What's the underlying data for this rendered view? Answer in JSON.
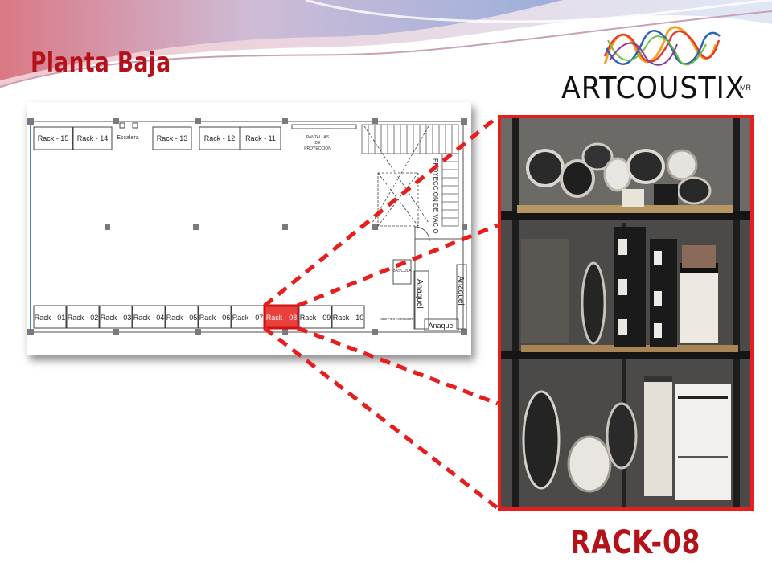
{
  "page_title": "Planta Baja",
  "logo": {
    "name": "ARTCOUSTIX",
    "mark": "MR"
  },
  "rack_label": "RACK-08",
  "plan": {
    "top_racks": [
      "Rack - 15",
      "Rack - 14",
      "Rack - 13",
      "Rack - 12",
      "Rack - 11"
    ],
    "bottom_racks": [
      "Rack - 01",
      "Rack - 02",
      "Rack - 03",
      "Rack - 04",
      "Rack - 05",
      "Rack - 06",
      "Rack - 07",
      "Rack - 08",
      "Rack - 09",
      "Rack - 10"
    ],
    "highlighted_rack": "Rack - 08",
    "stair_label": "Escalera",
    "screens_label_1": "PANTALLAS",
    "screens_label_2": "DE",
    "screens_label_3": "PROYECCION",
    "void_label": "PROYECCION DE VACIO",
    "scale_label": "BASCULA",
    "shelf_label_1": "Anaquel",
    "shelf_label_2": "Anaquel",
    "shelf_label_3": "Anaquel",
    "stairs_note": "Base Para Extensiones",
    "highlight_color": "#e8403a"
  },
  "colors": {
    "accent_red": "#b3121a",
    "zoom_red": "#e61e1e"
  }
}
